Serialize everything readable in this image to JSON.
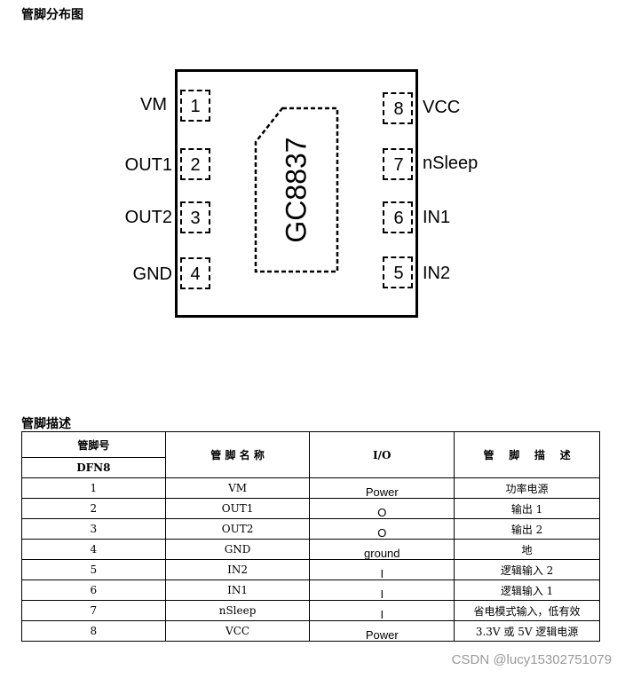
{
  "pin_diagram": {
    "title": "管脚分布图",
    "chip_name": "GC8837",
    "left_pins": [
      {
        "num": "1",
        "label": "VM"
      },
      {
        "num": "2",
        "label": "OUT1"
      },
      {
        "num": "3",
        "label": "OUT2"
      },
      {
        "num": "4",
        "label": "GND"
      }
    ],
    "right_pins": [
      {
        "num": "8",
        "label": "VCC"
      },
      {
        "num": "7",
        "label": "nSleep"
      },
      {
        "num": "6",
        "label": "IN1"
      },
      {
        "num": "5",
        "label": "IN2"
      }
    ]
  },
  "pin_table": {
    "title": "管脚描述",
    "headers": {
      "pin_no": "管脚号",
      "package": "DFN8",
      "name": "管 脚 名 称",
      "io": "I/O",
      "desc": "管    脚    描    述"
    },
    "rows": [
      {
        "num": "1",
        "name": "VM",
        "io": "Power",
        "desc": "功率电源"
      },
      {
        "num": "2",
        "name": "OUT1",
        "io": "O",
        "desc": "输出 1"
      },
      {
        "num": "3",
        "name": "OUT2",
        "io": "O",
        "desc": "输出 2"
      },
      {
        "num": "4",
        "name": "GND",
        "io": "ground",
        "desc": "地"
      },
      {
        "num": "5",
        "name": "IN2",
        "io": "I",
        "desc": "逻辑输入 2"
      },
      {
        "num": "6",
        "name": "IN1",
        "io": "I",
        "desc": "逻辑输入 1"
      },
      {
        "num": "7",
        "name": "nSleep",
        "io": "I",
        "desc": "省电模式输入，低有效"
      },
      {
        "num": "8",
        "name": "VCC",
        "io": "Power",
        "desc": "3.3V 或 5V 逻辑电源"
      }
    ]
  },
  "watermark": "CSDN @lucy15302751079"
}
